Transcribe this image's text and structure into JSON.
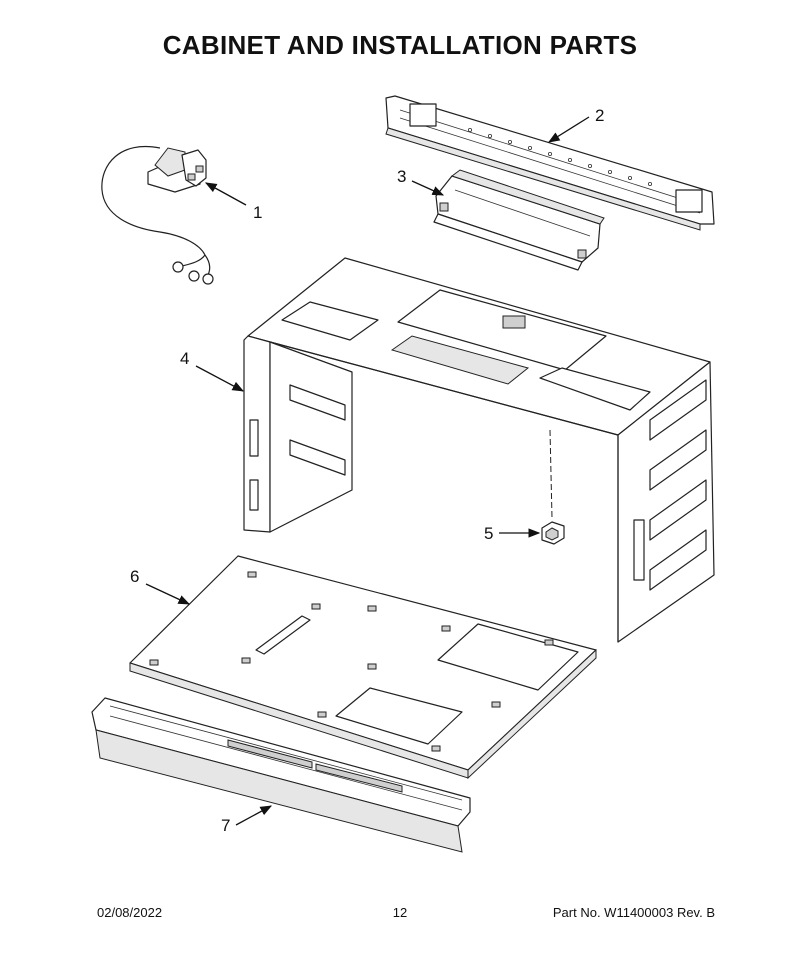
{
  "title": "CABINET AND INSTALLATION PARTS",
  "callouts": [
    {
      "id": "1",
      "label": "1"
    },
    {
      "id": "2",
      "label": "2"
    },
    {
      "id": "3",
      "label": "3"
    },
    {
      "id": "4",
      "label": "4"
    },
    {
      "id": "5",
      "label": "5"
    },
    {
      "id": "6",
      "label": "6"
    },
    {
      "id": "7",
      "label": "7"
    }
  ],
  "footer": {
    "date": "02/08/2022",
    "page": "12",
    "part": "Part No.  W11400003  Rev.  B"
  }
}
